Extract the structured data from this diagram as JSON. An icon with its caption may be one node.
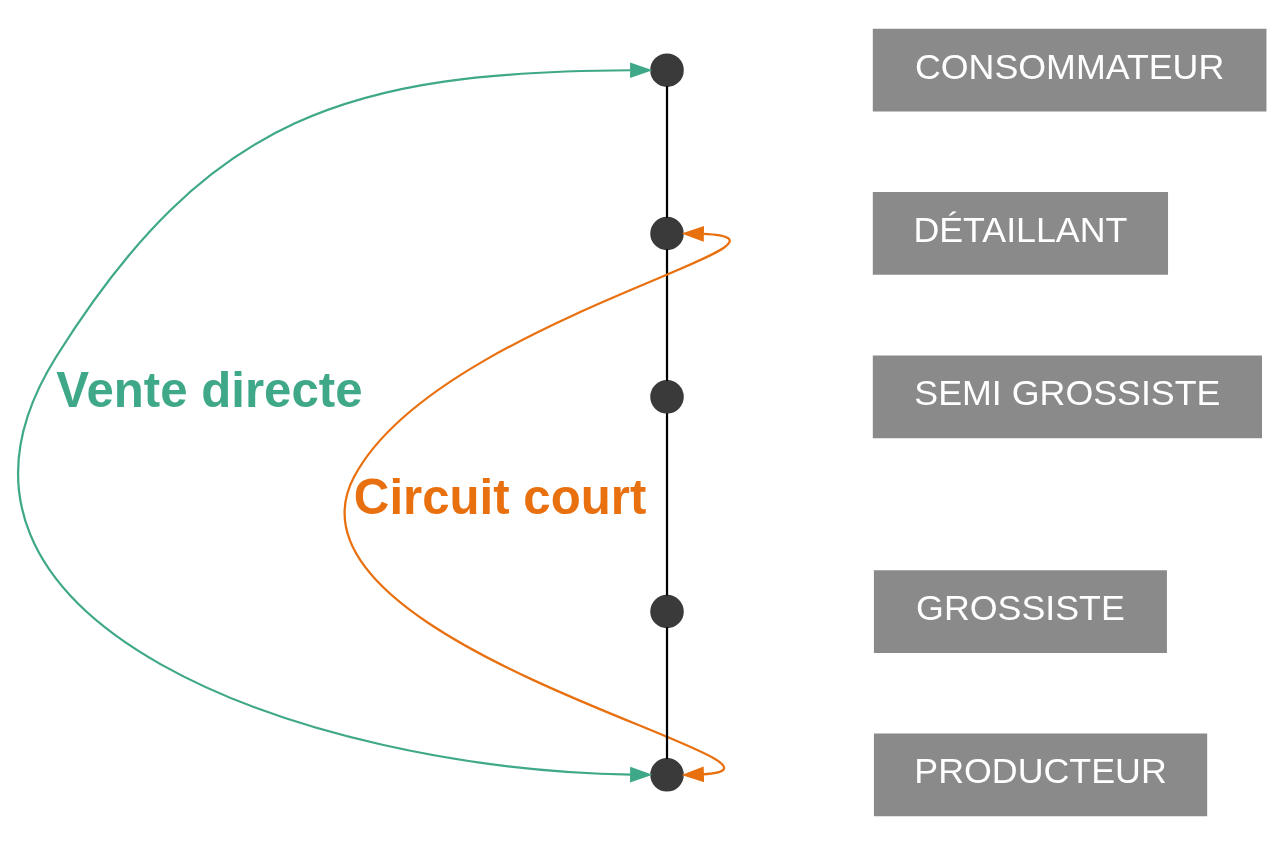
{
  "diagram": {
    "nodes": [
      {
        "text": [
          "CONSOMMATEUR"
        ]
      },
      {
        "text": [
          "DÉTAILLANT"
        ]
      },
      {
        "text": [
          "SEMI GROSSISTE"
        ]
      },
      {
        "text": [
          "GROSSISTE"
        ]
      },
      {
        "text": [
          "PRODUCTEUR"
        ]
      },
      {
        "text": [],
        "shape": "circle"
      },
      {
        "text": [],
        "shape": "circle"
      },
      {
        "text": [],
        "shape": "circle"
      },
      {
        "text": [],
        "shape": "circle"
      },
      {
        "text": [],
        "shape": "circle"
      }
    ],
    "edges": [
      {
        "from": 9,
        "to": 8,
        "arrow": "none"
      },
      {
        "from": 8,
        "to": 7,
        "arrow": "none"
      },
      {
        "from": 7,
        "to": 6,
        "arrow": "none"
      },
      {
        "from": 6,
        "to": 5,
        "arrow": "none"
      },
      {
        "from": 9,
        "to": 5,
        "arrow": "both",
        "label": "Vente directe",
        "color": "#3fa888"
      },
      {
        "from": 9,
        "to": 6,
        "arrow": "both",
        "label": "Circuit court",
        "color": "#e8700f"
      }
    ]
  }
}
